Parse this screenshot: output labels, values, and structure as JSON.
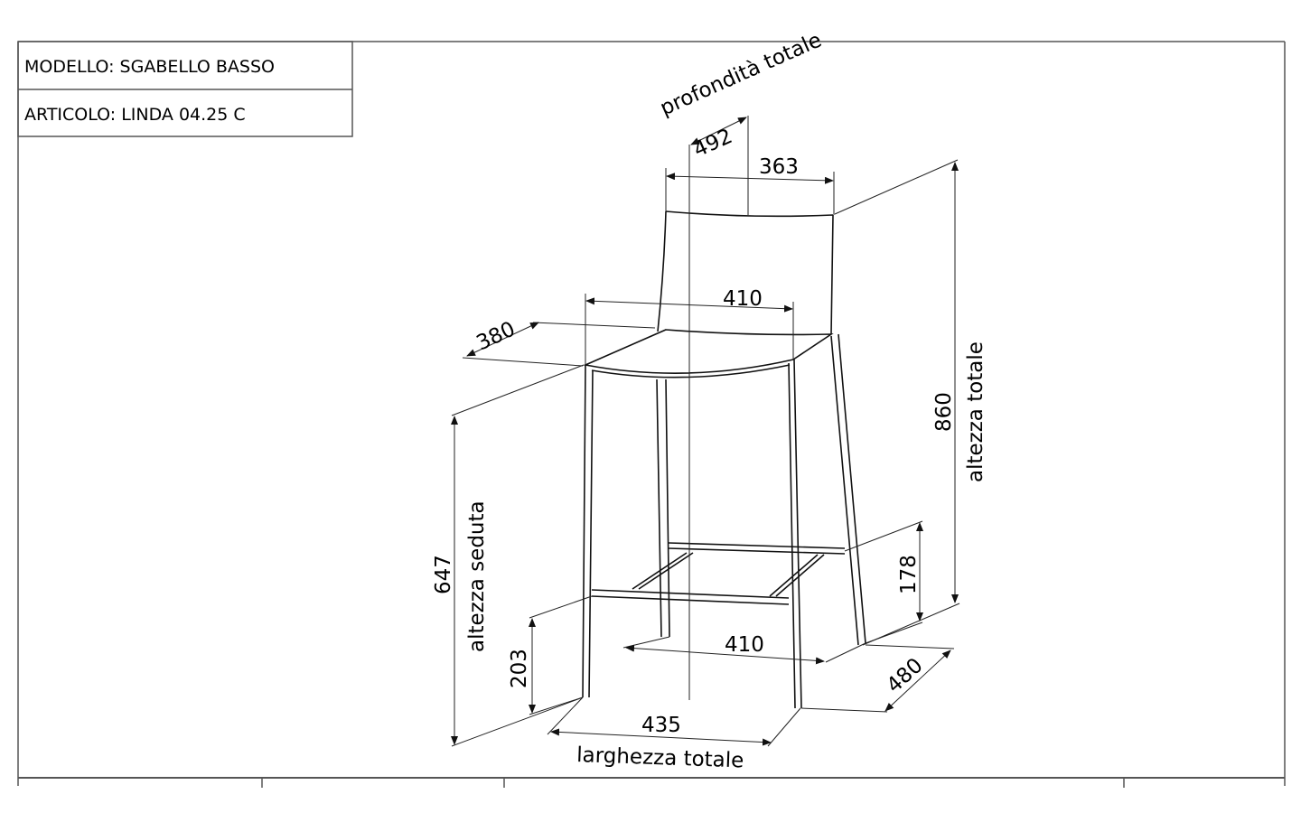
{
  "title_block": {
    "model_label": "MODELLO:  SGABELLO BASSO",
    "article_label": "ARTICOLO: LINDA 04.25 C"
  },
  "dimensions": {
    "total_depth": {
      "value": "492",
      "label": "profondità totale"
    },
    "backrest_width": {
      "value": "363"
    },
    "seat_width": {
      "value": "410"
    },
    "seat_depth": {
      "value": "380"
    },
    "total_height": {
      "value": "860",
      "label": "altezza totale"
    },
    "seat_height": {
      "value": "647",
      "label": "altezza seduta"
    },
    "front_footrest_height": {
      "value": "203"
    },
    "rear_footrest_height": {
      "value": "178"
    },
    "base_depth_width": {
      "value": "410"
    },
    "base_depth": {
      "value": "480"
    },
    "total_width": {
      "value": "435",
      "label": "larghezza totale"
    }
  }
}
